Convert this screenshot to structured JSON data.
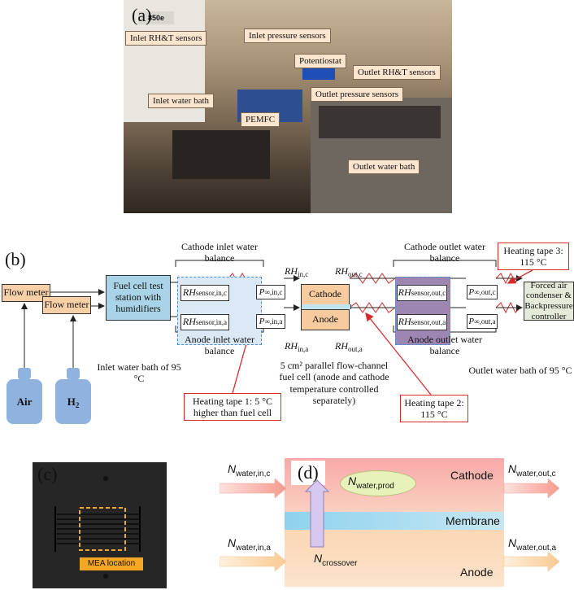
{
  "panel_labels": {
    "a": "(a)",
    "b": "(b)",
    "c": "(c)",
    "d": "(d)"
  },
  "photo_a": {
    "callouts": {
      "inlet_rht": "Inlet RH&T sensors",
      "inlet_pressure": "Inlet pressure sensors",
      "potentiostat": "Potentiostat",
      "outlet_rht": "Outlet RH&T sensors",
      "outlet_pressure": "Outlet pressure sensors",
      "inlet_bath": "Inlet water bath",
      "pemfc": "PEMFC",
      "outlet_bath": "Outlet water bath"
    },
    "equipment_label": "850e"
  },
  "schematic_b": {
    "flow_meter_air": "Flow meter",
    "flow_meter_h2": "Flow meter",
    "tank_air": "Air",
    "tank_h2": "H",
    "tank_h2_sub": "2",
    "test_station": "Fuel cell test station with humidifiers",
    "cathode_inlet_balance": "Cathode inlet water balance",
    "anode_inlet_balance": "Anode inlet water balance",
    "cathode_outlet_balance": "Cathode outlet water balance",
    "anode_outlet_balance": "Anode outlet water balance",
    "rh_sensor_in_c": "RH",
    "rh_sensor_in_c_sub": "sensor,in,c",
    "rh_sensor_in_a": "RH",
    "rh_sensor_in_a_sub": "sensor,in,a",
    "rh_sensor_out_c": "RH",
    "rh_sensor_out_c_sub": "sensor,out,c",
    "rh_sensor_out_a": "RH",
    "rh_sensor_out_a_sub": "sensor,out,a",
    "p_in_c": "P",
    "p_in_c_sub": "∞,in,c",
    "p_in_a": "P",
    "p_in_a_sub": "∞,in,a",
    "p_out_c": "P",
    "p_out_c_sub": "∞,out,c",
    "p_out_a": "P",
    "p_out_a_sub": "∞,out,a",
    "rh_in_c": "RH",
    "rh_in_c_sub": "in,c",
    "rh_out_c": "RH",
    "rh_out_c_sub": "out,c",
    "rh_in_a": "RH",
    "rh_in_a_sub": "in,a",
    "rh_out_a": "RH",
    "rh_out_a_sub": "out,a",
    "cathode": "Cathode",
    "anode": "Anode",
    "fuel_cell_desc": "5 cm² parallel flow-channel fuel cell (anode and cathode temperature controlled separately)",
    "inlet_bath": "Inlet water bath of 95 °C",
    "outlet_bath": "Outlet water bath of 95 °C",
    "heating_tape_1": "Heating tape 1: 5 °C higher than fuel cell",
    "heating_tape_2": "Heating tape 2: 115 °C",
    "heating_tape_3": "Heating tape 3: 115 °C",
    "condenser": "Forced air condenser & Backpressure controller"
  },
  "photo_c": {
    "mea_label": "MEA location"
  },
  "diagram_d": {
    "n_water_in_c": "N",
    "n_water_in_c_sub": "water,in,c",
    "n_water_in_a": "N",
    "n_water_in_a_sub": "water,in,a",
    "n_water_out_c": "N",
    "n_water_out_c_sub": "water,out,c",
    "n_water_out_a": "N",
    "n_water_out_a_sub": "water,out,a",
    "n_water_prod": "N",
    "n_water_prod_sub": "water,prod",
    "n_crossover": "N",
    "n_crossover_sub": "crossover",
    "cathode": "Cathode",
    "membrane": "Membrane",
    "anode": "Anode"
  },
  "colors": {
    "accent_red": "#d62b2b",
    "station_blue": "#a9d3e6",
    "flow_meter": "#f8d0a8",
    "tank_blue": "#8fb3de",
    "condenser": "#e6ead8",
    "cathode_box": "#f7cba0",
    "anode_box": "#f7cba0"
  }
}
